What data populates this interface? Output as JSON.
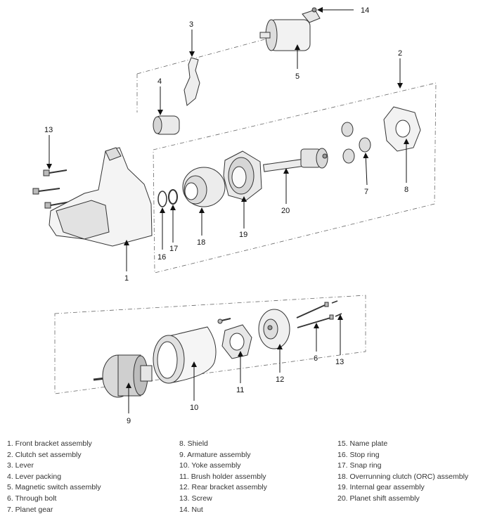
{
  "callouts": {
    "c1": "1",
    "c2": "2",
    "c3": "3",
    "c4": "4",
    "c5": "5",
    "c6": "6",
    "c7": "7",
    "c8": "8",
    "c9": "9",
    "c10": "10",
    "c11": "11",
    "c12": "12",
    "c13a": "13",
    "c13b": "13",
    "c14": "14",
    "c16": "16",
    "c17": "17",
    "c18": "18",
    "c19": "19",
    "c20": "20"
  },
  "legend": {
    "col1": [
      "1. Front bracket assembly",
      "2. Clutch set assembly",
      "3. Lever",
      "4. Lever packing",
      "5. Magnetic switch assembly",
      "6. Through bolt",
      "7. Planet gear"
    ],
    "col2": [
      "8. Shield",
      "9. Armature assembly",
      "10. Yoke assembly",
      "11. Brush holder assembly",
      "12. Rear bracket assembly",
      "13. Screw",
      "14. Nut"
    ],
    "col3": [
      "15. Name plate",
      "16. Stop ring",
      "17. Snap ring",
      "18. Overrunning clutch (ORC) assembly",
      "19. Internal gear assembly",
      "20. Planet shift assembly"
    ]
  }
}
